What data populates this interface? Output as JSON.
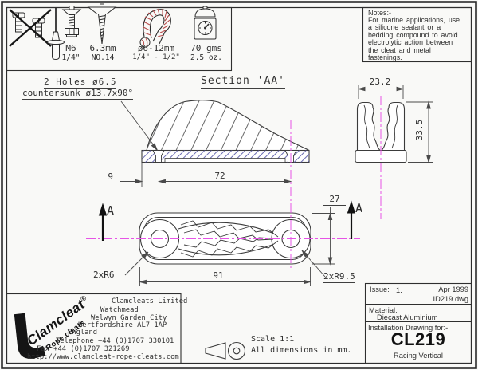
{
  "colors": {
    "centerline": "#e654e6",
    "hatch_blue": "#5a5aaa",
    "hatch_gray": "#565656",
    "line": "#3b3b3b",
    "rope_red": "#b84a4a"
  },
  "spec_box": {
    "icons": [
      "no-pan-head-screws-icon",
      "rivet-icon",
      "machine-screw-icon",
      "self-tapping-screw-icon",
      "rope-icon",
      "weight-icon"
    ],
    "labels": [
      {
        "l1": "M6",
        "l2": "1/4\""
      },
      {
        "l1": "6.3mm",
        "l2": "NO.14"
      },
      {
        "l1": "ø6-12mm",
        "l2": "1/4\" - 1/2\""
      },
      {
        "l1": "70 gms",
        "l2": "2.5 oz."
      }
    ]
  },
  "notes": {
    "title": "Notes:-",
    "body": "For marine applications, use\na silicone sealant or a\nbedding compound to avoid\nelectrolytic action between\nthe cleat and metal\nfastenings."
  },
  "section": {
    "title": "Section 'AA'",
    "holes_note1": "2 Holes ø6.5",
    "holes_note2": "countersunk ø13.7x90°",
    "arrow_label": "A"
  },
  "dims": {
    "base_offset": "9",
    "hole_spacing": "72",
    "end_width": "23.2",
    "end_height": "33.5",
    "plan_depth": "27",
    "plan_length": "91",
    "radius_small": "2xR6",
    "radius_large": "2xR9.5"
  },
  "company": {
    "logo_text": "Clamcleat",
    "logo_reg": "®",
    "logo_sub": "Rope cleats",
    "name": "Clamcleats Limited",
    "street": "Watchmead",
    "city": "Welwyn Garden City",
    "county": "Hertfordshire AL7 1AP",
    "country": "England",
    "phone": "Telephone +44 (0)1707 330101",
    "fax": "Fax +44 (0)1707 321269",
    "website": "http://www.clamcleat-rope-cleats.com"
  },
  "title_block": {
    "issue_label": "Issue:",
    "issue_no": "1.",
    "date": "Apr 1999",
    "file": "ID219.dwg",
    "material_label": "Material:",
    "material": "Diecast Aluminium",
    "purpose": "Installation Drawing for:-",
    "part_number": "CL219",
    "part_name": "Racing Vertical"
  },
  "footer": {
    "scale": "Scale 1:1",
    "units": "All dimensions in mm."
  }
}
